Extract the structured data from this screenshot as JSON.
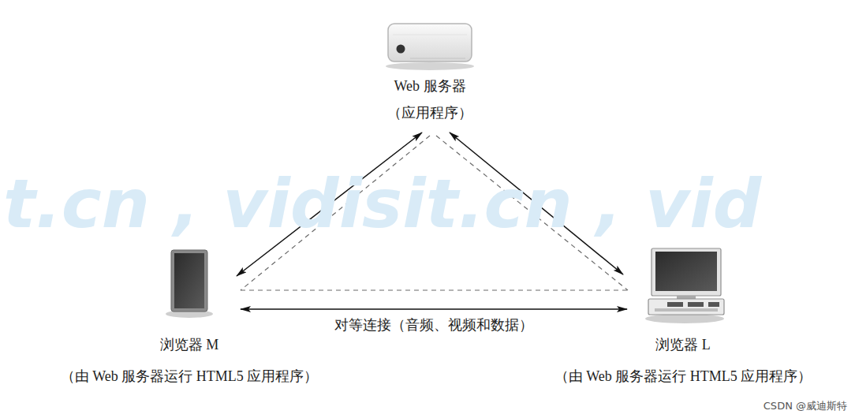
{
  "diagram": {
    "nodes": [
      {
        "text": [
          "Web 服务器 （应用程序）"
        ]
      },
      {
        "text": [
          "浏览器 M",
          "（由 Web 服务器运行 HTML5 应用程序）"
        ]
      },
      {
        "text": [
          "浏览器 L",
          "（由 Web 服务器运行 HTML5 应用程序）"
        ]
      }
    ],
    "edges": [
      {
        "from": 0,
        "to": 1,
        "arrow": "both"
      },
      {
        "from": 0,
        "to": 2,
        "arrow": "both"
      },
      {
        "from": 1,
        "to": 2,
        "label": "对等连接（音频、视频和数据）",
        "arrow": "both"
      },
      {
        "from": 0,
        "to": 1,
        "arrow": "none"
      },
      {
        "from": 0,
        "to": 2,
        "arrow": "none"
      },
      {
        "from": 1,
        "to": 2,
        "arrow": "none"
      }
    ],
    "labels": [
      "t.cn , vidisit.cn , vid",
      "CSDN @威迪斯特"
    ]
  }
}
